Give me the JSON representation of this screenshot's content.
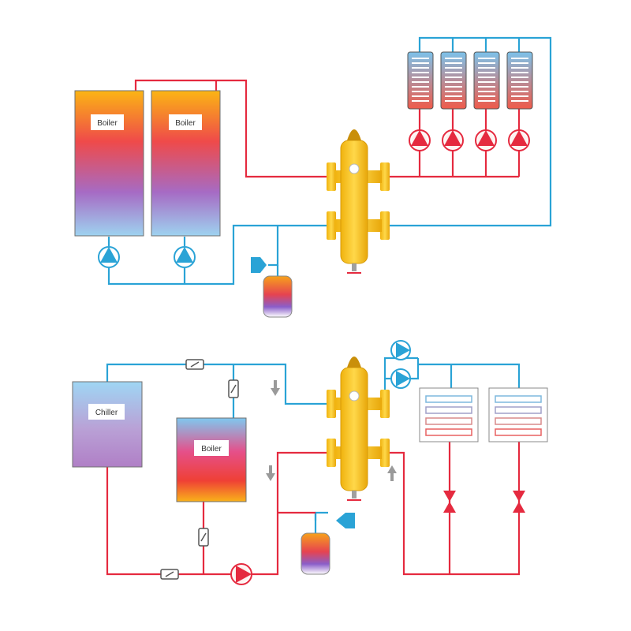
{
  "labels": {
    "top_boiler_1": "Boiler",
    "top_boiler_2": "Boiler",
    "chiller": "Chiller",
    "bottom_boiler": "Boiler"
  },
  "colors": {
    "hot_pipe": "#e52a3f",
    "cold_pipe": "#2aa3d6",
    "separator": "#f5c518",
    "pump_grey": "#6f7a86"
  }
}
